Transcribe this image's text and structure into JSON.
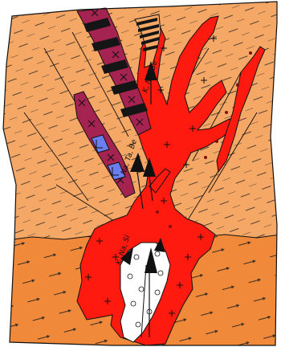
{
  "labels": {
    "upper": "K, Nb, Be",
    "middle": "Na, Ta, Be",
    "lower": "K, Na, Si"
  },
  "colors": {
    "host_light": "#f5a765",
    "host_dark": "#f08a3a",
    "intrusion": "#ff1a10",
    "dike_purple": "#a52350",
    "stripes": "#151515",
    "blue_inclusion": "#6b7ef0",
    "core_white": "#ffffff",
    "outline": "#111111"
  }
}
